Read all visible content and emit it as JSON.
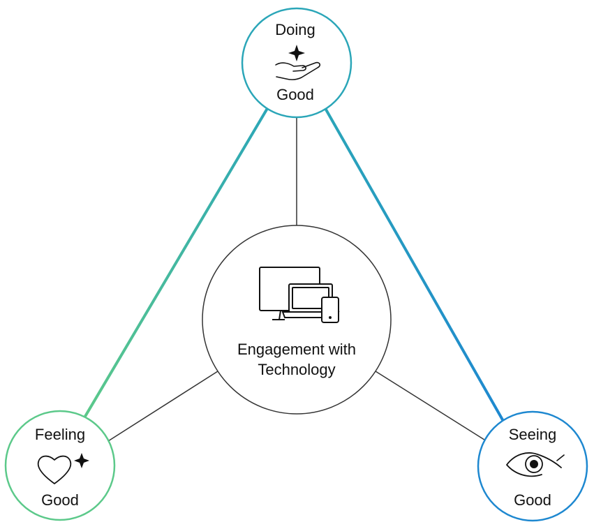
{
  "nodes": {
    "top": {
      "line1": "Doing",
      "line2": "Good",
      "icon": "hand-sparkle-icon",
      "stroke": "#2ba6b8"
    },
    "left": {
      "line1": "Feeling",
      "line2": "Good",
      "icon": "heart-sparkle-icon",
      "stroke": "#5cc98a"
    },
    "right": {
      "line1": "Seeing",
      "line2": "Good",
      "icon": "eye-icon",
      "stroke": "#1e88d0"
    },
    "center": {
      "line1": "Engagement with",
      "line2": "Technology",
      "icon": "devices-icon",
      "stroke": "#333333"
    }
  },
  "colors": {
    "gradient_green": "#5cc98a",
    "gradient_teal": "#2ba6b8",
    "gradient_blue": "#1e88d0",
    "connector": "#333333"
  }
}
